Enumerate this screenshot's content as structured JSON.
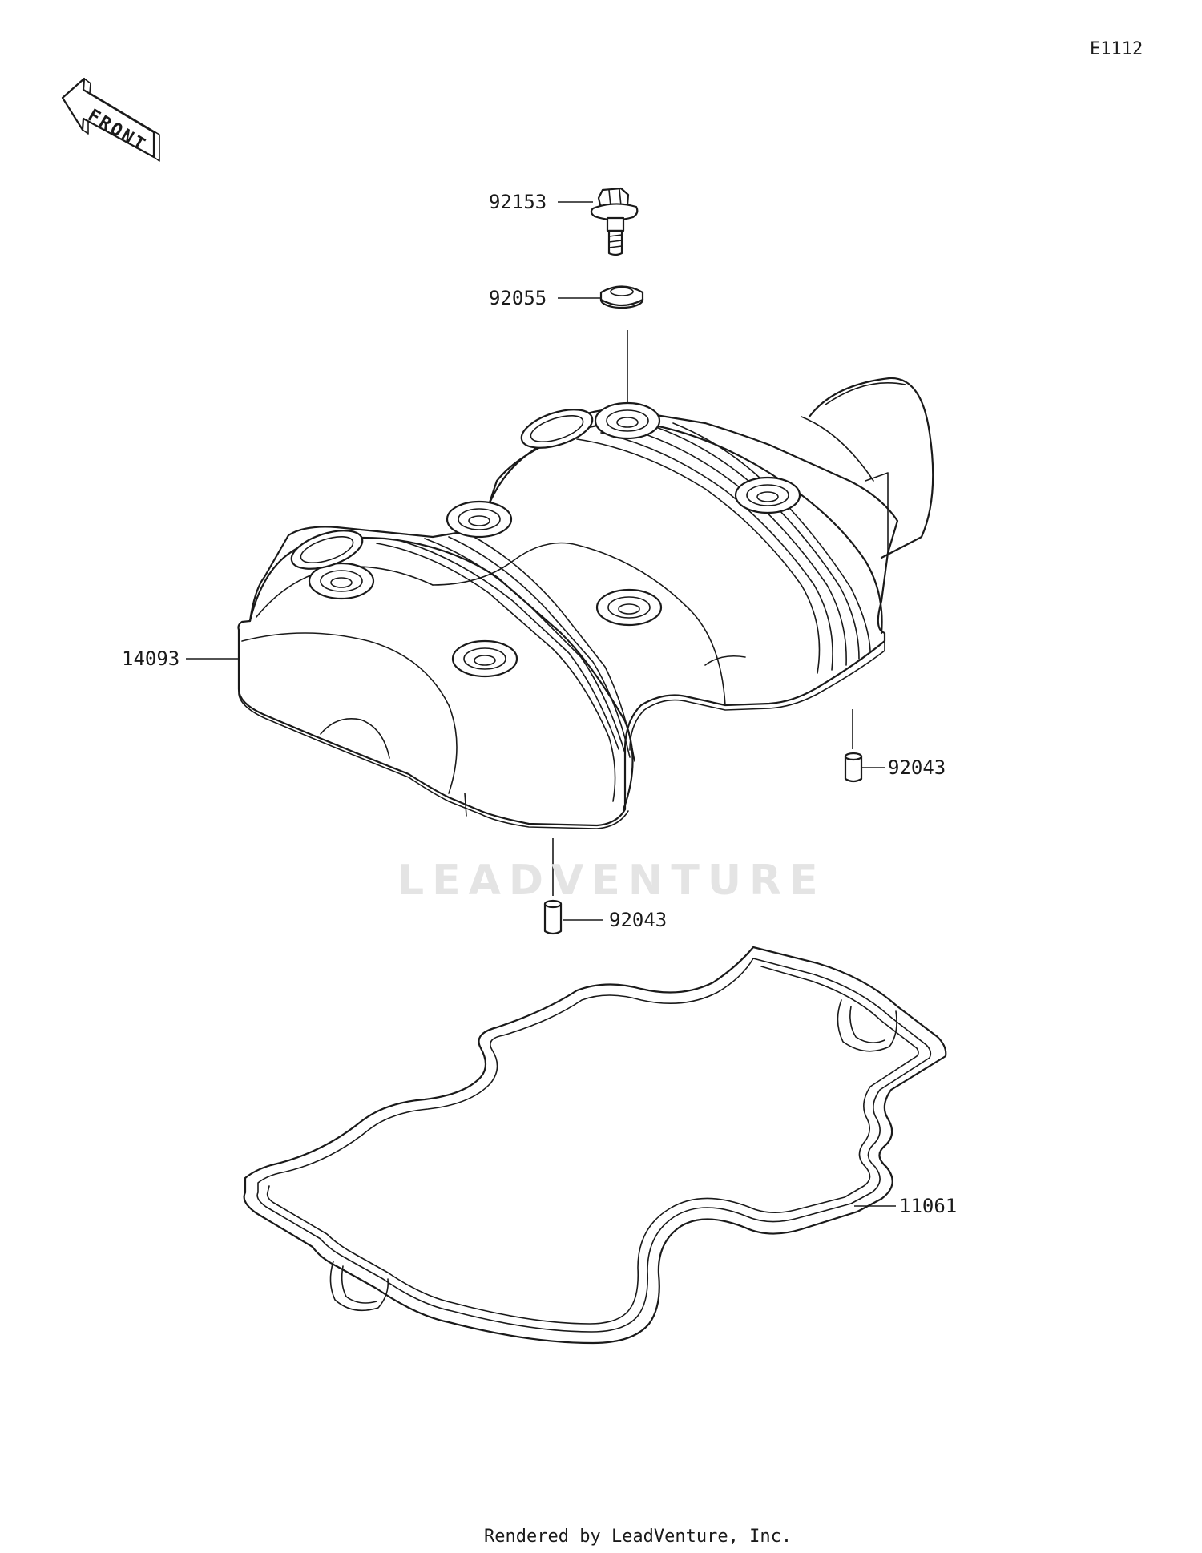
{
  "diagram_code": "E1112",
  "front_indicator": "FRONT",
  "watermark": "LEADVENTURE",
  "footer": "Rendered by LeadVenture, Inc.",
  "parts": [
    {
      "id": "bolt",
      "number": "92153"
    },
    {
      "id": "grommet",
      "number": "92055"
    },
    {
      "id": "cylinder-head-cover",
      "number": "14093"
    },
    {
      "id": "dowel-pin-right",
      "number": "92043"
    },
    {
      "id": "dowel-pin-bottom",
      "number": "92043"
    },
    {
      "id": "gasket",
      "number": "11061"
    }
  ]
}
